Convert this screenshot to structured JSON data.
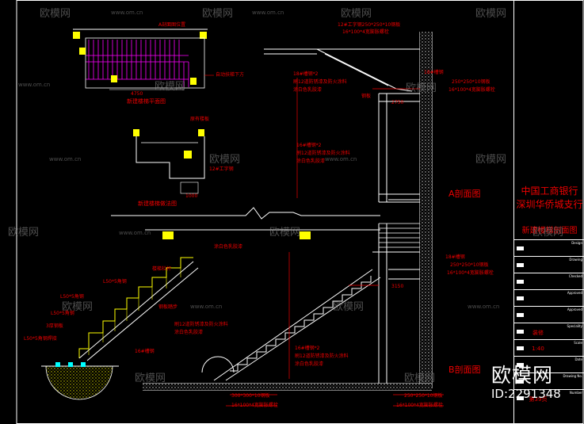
{
  "title_block": {
    "project_line1": "中国工商银行",
    "project_line2": "深圳华侨城支行",
    "drawing_name": "新建楼梯剖面图",
    "rows": [
      {
        "en": "Design",
        "value": ""
      },
      {
        "en": "Drawing",
        "value": ""
      },
      {
        "en": "Checked",
        "value": ""
      },
      {
        "en": "Approved",
        "value": ""
      },
      {
        "en": "Approved",
        "value": ""
      },
      {
        "en": "Speciality",
        "value": "装修"
      },
      {
        "en": "Scale",
        "value": "1:40"
      },
      {
        "en": "Date",
        "value": ""
      },
      {
        "en": "Drawing No.",
        "value": ""
      },
      {
        "en": "Number",
        "value": "第39页"
      }
    ]
  },
  "sections": {
    "a": "A剖面图",
    "b": "B剖面图"
  },
  "labels": {
    "plan_title": "新建楼梯平面图",
    "plan_note_top": "A剖面图位置",
    "plan_note_right": "自动扶梯下方",
    "plan_dim": "4750",
    "detail_title": "新建楼梯做法图",
    "detail_note1": "原有楼板",
    "detail_note2": "12#工字钢",
    "detail_dim": "1000",
    "a_note1": "12#工字钢250*250*10钢板",
    "a_note2": "16*100*4宽膨胀螺栓",
    "a_note3": "18#槽钢*2",
    "a_note4": "刷12道防锈漆及防火涂料",
    "a_note5": "涂白色乳胶漆",
    "a_note6": "钢板",
    "a_note7": "16#槽钢*2",
    "a_note8": "刷12道防锈漆及防火涂料",
    "a_note9": "涂白色乳胶漆",
    "a_right1": "18#槽钢",
    "a_right2": "250*250*10钢板",
    "a_right3": "16*100*4宽膨胀螺栓",
    "a_dim1": "2750",
    "mid_note": "涂白色乳胶漆",
    "b_note1": "18#槽钢",
    "b_note2": "250*250*10钢板",
    "b_note3": "16*100*4宽膨胀螺栓",
    "b_note4": "16#槽钢*2",
    "b_note5": "刷12道防锈漆及防火涂料",
    "b_note6": "涂白色乳胶漆",
    "b_bottom1": "300*300*10钢板",
    "b_bottom2": "16*100*4宽膨胀螺栓",
    "b_bottom3": "250*250*10钢板",
    "b_bottom4": "16*100*4宽膨胀螺栓",
    "b_dim": "3150",
    "left_note1": "楼梯栏杆",
    "left_note2": "L50*5角钢",
    "left_note3": "L50*5角钢",
    "left_note4": "L50*5角钢",
    "left_note5": "钢板踏步",
    "left_note6": "刷12道防锈漆及防火涂料",
    "left_note7": "涂白色乳胶漆",
    "left_note8": "16#槽钢",
    "left_note9": "3厚钢板",
    "left_note10": "L50*5角钢焊接"
  },
  "watermark": {
    "brand": "欧模网",
    "url": "www.om.cn",
    "large": "欧模网",
    "id": "ID:2291348"
  },
  "colors": {
    "line": "#ffffff",
    "text": "#ff0000",
    "stair": "#ffff00",
    "railing": "#ff00ff",
    "hatch": "#e0e000"
  }
}
